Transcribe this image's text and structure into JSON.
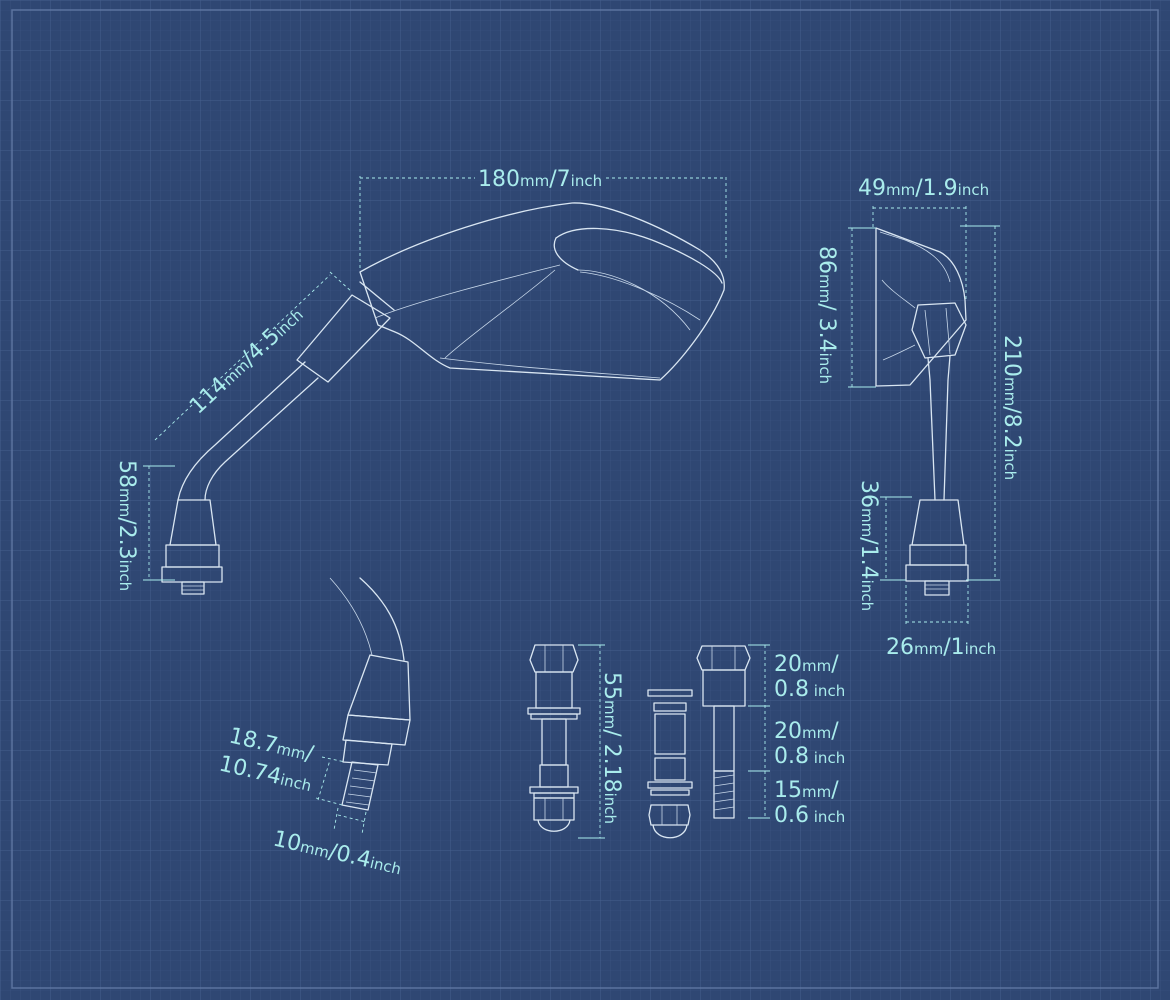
{
  "dimensions": {
    "mirror_width": {
      "value": "180",
      "unit_a": "mm",
      "sep": "/",
      "alt": "7",
      "unit_b": "inch"
    },
    "side_depth": {
      "value": "49",
      "unit_a": "mm",
      "sep": "/",
      "alt": "1.9",
      "unit_b": "inch"
    },
    "side_height": {
      "value": "86",
      "unit_a": "mm",
      "sep": "/",
      "alt": " 3.4",
      "unit_b": "inch"
    },
    "total_height": {
      "value": "210",
      "unit_a": "mm",
      "sep": "/",
      "alt": "8.2",
      "unit_b": "inch"
    },
    "stem_length": {
      "value": "114",
      "unit_a": "mm",
      "sep": "/",
      "alt": "4.5",
      "unit_b": "inch"
    },
    "base_height": {
      "value": "58",
      "unit_a": "mm",
      "sep": "/",
      "alt": "2.3",
      "unit_b": "inch"
    },
    "side_base_height": {
      "value": "36",
      "unit_a": "mm",
      "sep": "/",
      "alt": "1.4",
      "unit_b": "inch"
    },
    "base_width": {
      "value": "26",
      "unit_a": "mm",
      "sep": "/",
      "alt": "1",
      "unit_b": "inch"
    },
    "thread_length": {
      "value": "18.7",
      "unit_a": "mm",
      "sep": "/",
      "alt": "10.74",
      "unit_b": "inch"
    },
    "thread_diameter": {
      "value": "10",
      "unit_a": "mm",
      "sep": "/",
      "alt": "0.4",
      "unit_b": "inch"
    },
    "adapter_length": {
      "value": "55",
      "unit_a": "mm",
      "sep": "/",
      "alt": " 2.18",
      "unit_b": "inch"
    },
    "bolt_head": {
      "value": "20",
      "unit_a": "mm",
      "sep": "/",
      "alt": "0.8",
      "unit_b": " inch"
    },
    "bolt_shank": {
      "value": "20",
      "unit_a": "mm",
      "sep": "/",
      "alt": "0.8",
      "unit_b": " inch"
    },
    "bolt_thread": {
      "value": "15",
      "unit_a": "mm",
      "sep": "/",
      "alt": "0.6",
      "unit_b": " inch"
    }
  }
}
